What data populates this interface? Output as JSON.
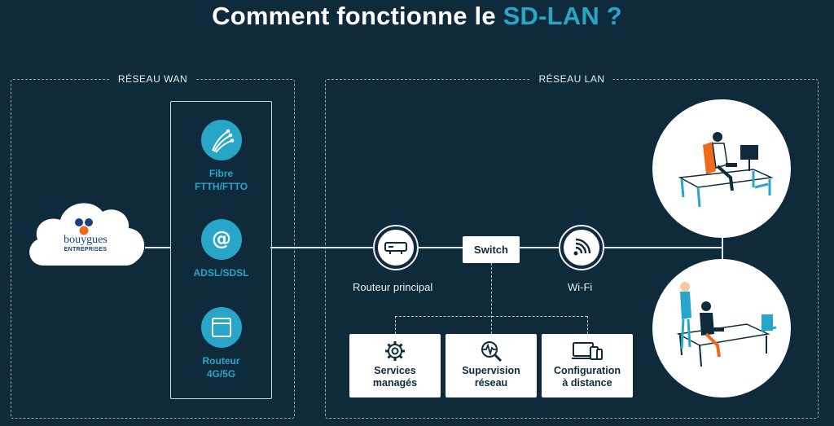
{
  "title": {
    "main": "Comment fonctionne le",
    "accent": "SD-LAN ?"
  },
  "wan": {
    "label": "RÉSEAU WAN",
    "items": [
      {
        "line1": "Fibre",
        "line2": "FTTH/FTTO",
        "icon": "fiber-icon"
      },
      {
        "line1": "ADSL/SDSL",
        "line2": "",
        "icon": "at-icon"
      },
      {
        "line1": "Routeur",
        "line2": "4G/5G",
        "icon": "router-box-icon"
      }
    ]
  },
  "lan": {
    "label": "RÉSEAU LAN",
    "router_label": "Routeur principal",
    "switch_label": "Switch",
    "wifi_label": "Wi-Fi",
    "cards": [
      {
        "line1": "Services",
        "line2": "managés",
        "icon": "gear-icon"
      },
      {
        "line1": "Supervision",
        "line2": "réseau",
        "icon": "magnifier-pulse-icon"
      },
      {
        "line1": "Configuration",
        "line2": "à distance",
        "icon": "devices-icon"
      }
    ]
  },
  "cloud": {
    "brand_name": "bouygues",
    "brand_sub": "ENTREPRISES"
  },
  "colors": {
    "background": "#0f2b3b",
    "accent": "#27a6c8",
    "line": "#e0e8ed",
    "brand_orange": "#f06a1d",
    "brand_blue": "#1a3e7e"
  }
}
